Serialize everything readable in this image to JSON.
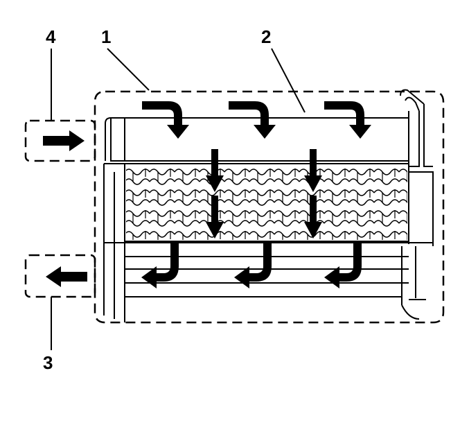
{
  "callouts": [
    {
      "id": "1",
      "label": "1"
    },
    {
      "id": "2",
      "label": "2"
    },
    {
      "id": "3",
      "label": "3"
    },
    {
      "id": "4",
      "label": "4"
    }
  ],
  "flow": {
    "inlet_icon": "arrow-right-icon",
    "outlet_icon": "arrow-left-icon",
    "top_bends": 3,
    "core_down_arrows": 4,
    "bottom_bends": 3
  }
}
